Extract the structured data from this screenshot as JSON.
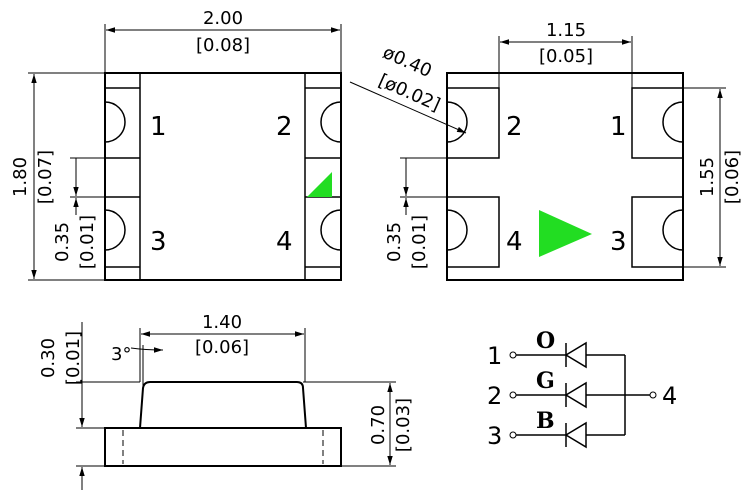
{
  "top_view": {
    "width": "2.00",
    "width_in": "[0.08]",
    "height": "1.80",
    "height_in": "[0.07]",
    "pad_pitch": "0.35",
    "pad_pitch_in": "[0.01]",
    "pins": [
      "1",
      "2",
      "3",
      "4"
    ]
  },
  "bottom_view": {
    "pad_span": "1.15",
    "pad_span_in": "[0.05]",
    "hole_dia": "ø0.40",
    "hole_dia_in": "[ø0.02]",
    "height": "1.55",
    "height_in": "[0.06]",
    "pad_pitch": "0.35",
    "pad_pitch_in": "[0.01]",
    "pins": [
      "2",
      "1",
      "4",
      "3"
    ]
  },
  "side_view": {
    "top_width": "1.40",
    "top_width_in": "[0.06]",
    "angle": "3°",
    "lens_height": "0.30",
    "lens_height_in": "[0.01]",
    "total_height": "0.70",
    "total_height_in": "[0.03]"
  },
  "schematic": {
    "pins": [
      "1",
      "2",
      "3"
    ],
    "common_pin": "4",
    "colors": [
      "O",
      "G",
      "B"
    ]
  },
  "marker_color": "#22dd22"
}
